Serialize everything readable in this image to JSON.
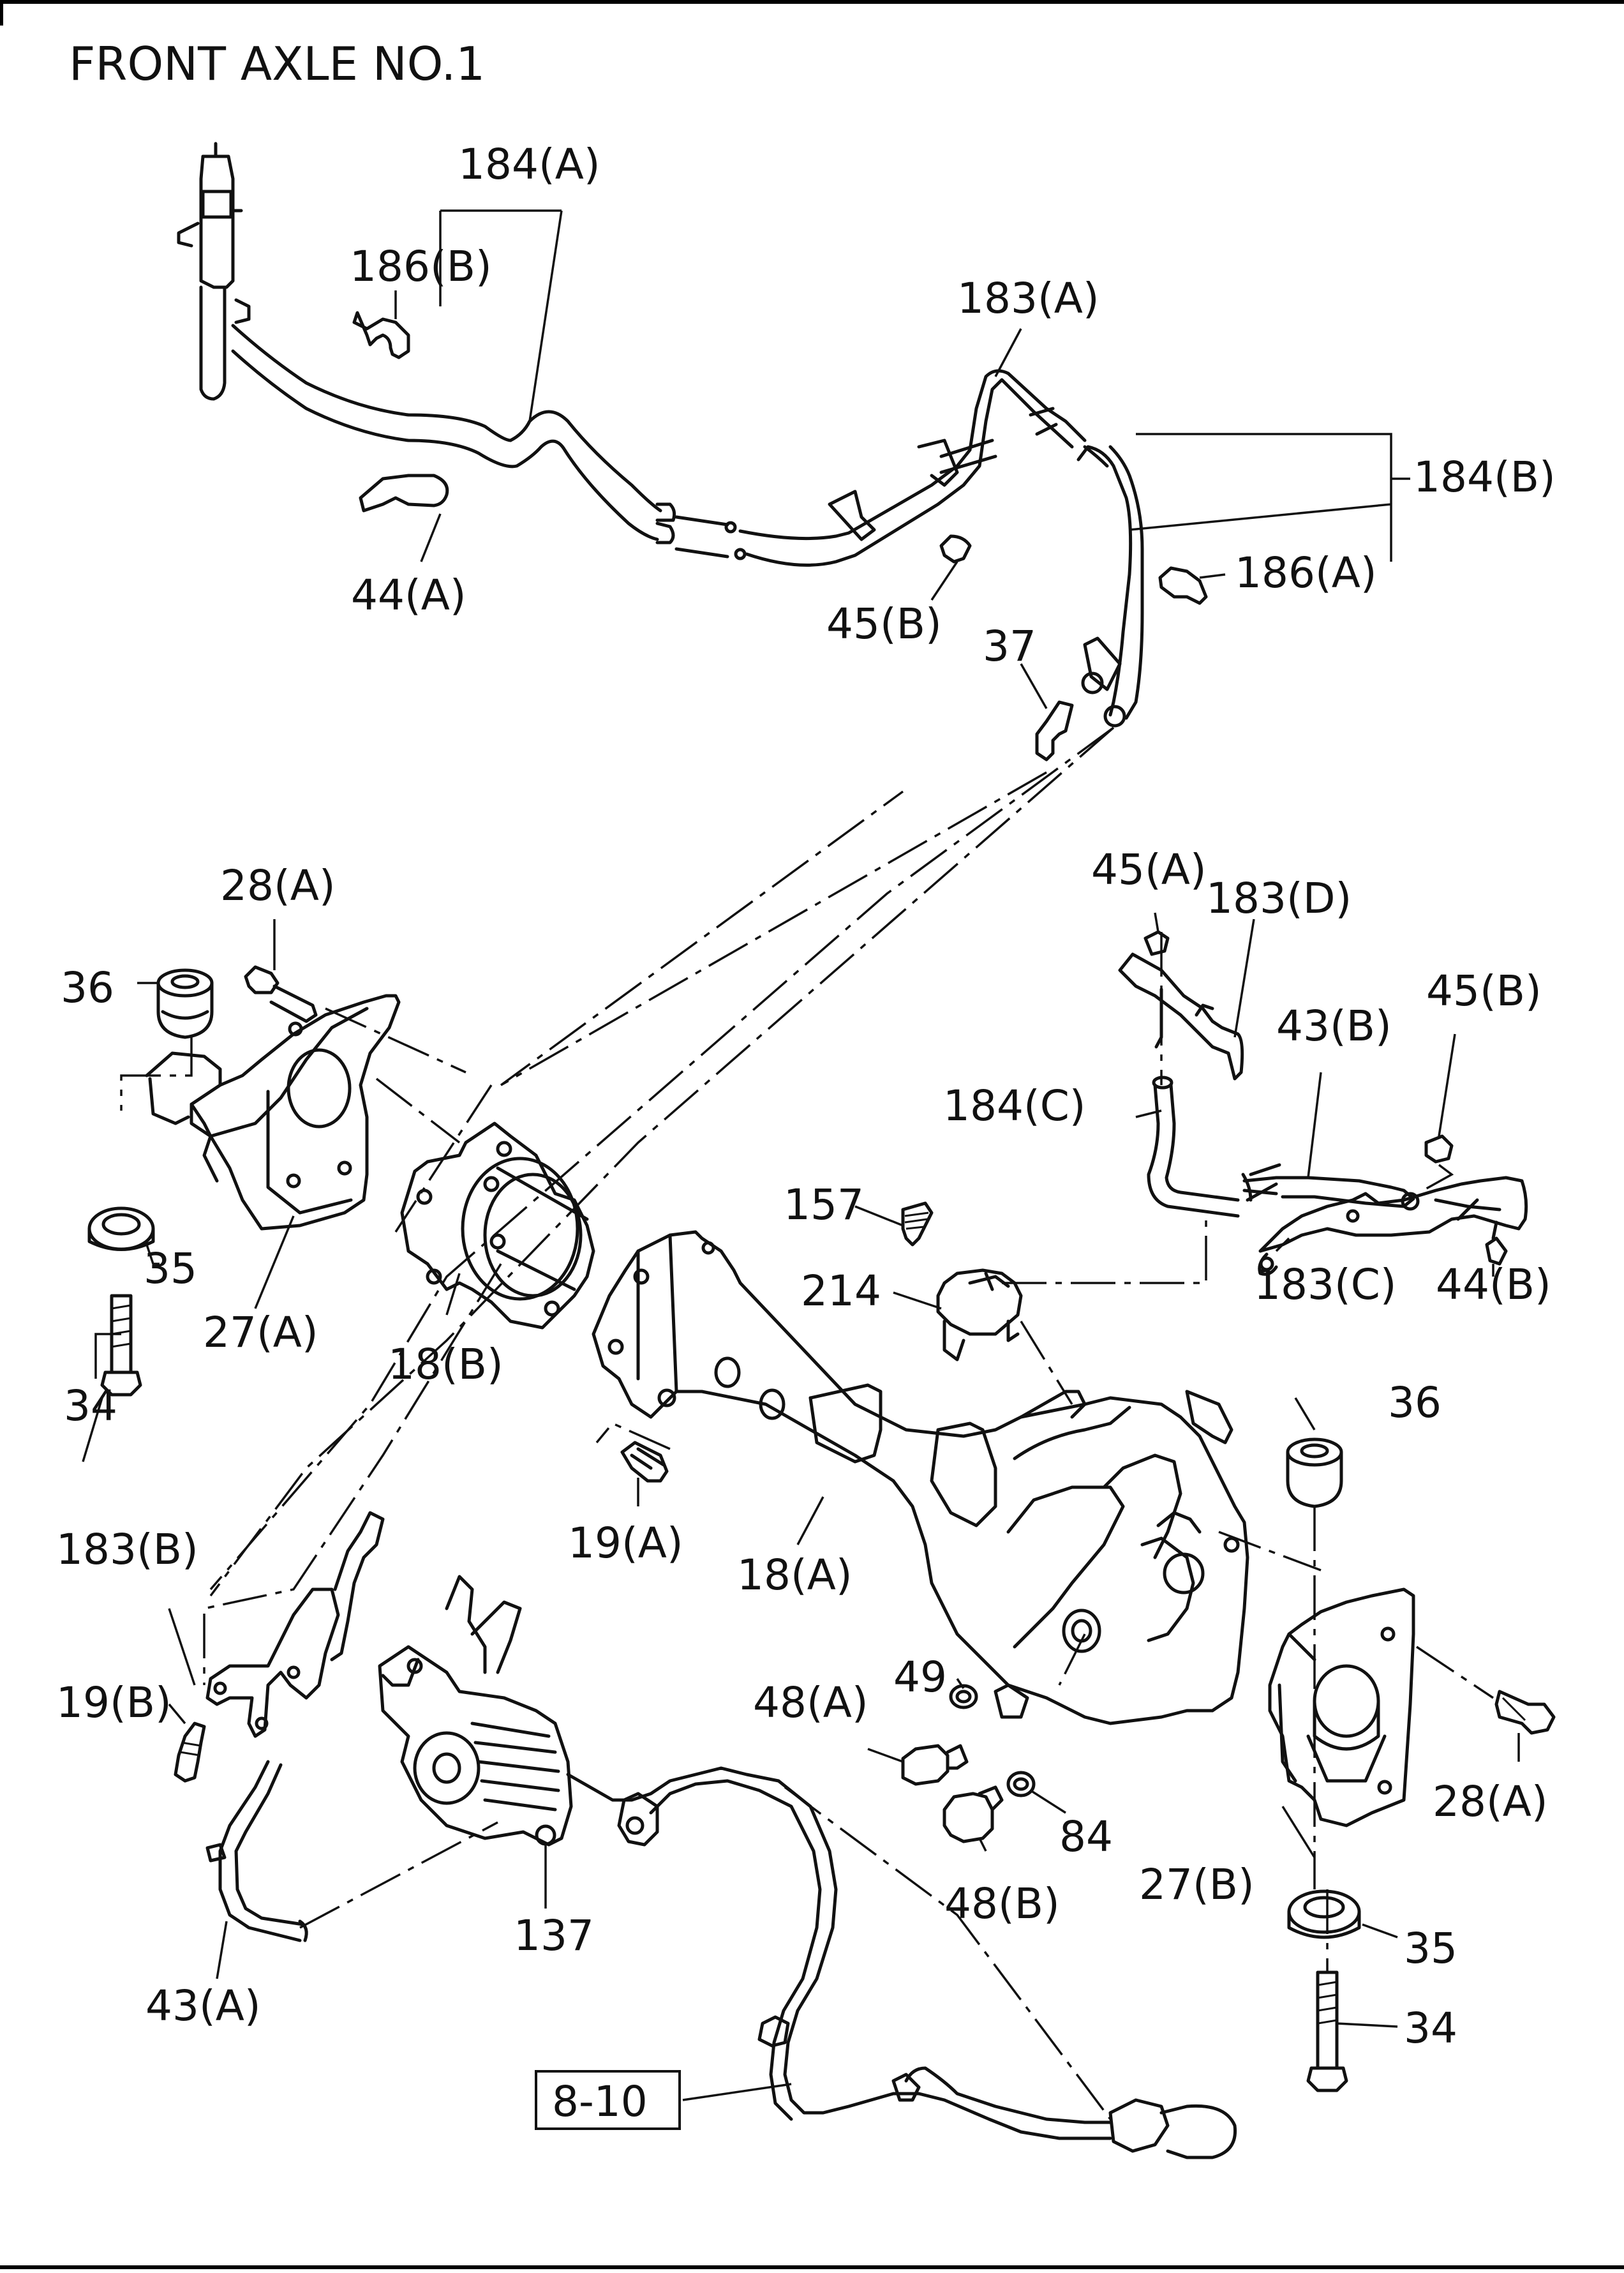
{
  "title": "FRONT AXLE NO.1",
  "reference_box": "8-10",
  "callouts": {
    "c184A": "184(A)",
    "c186B": "186(B)",
    "c183A": "183(A)",
    "c184B": "184(B)",
    "c186A": "186(A)",
    "c44A": "44(A)",
    "c45B_top": "45(B)",
    "c37": "37",
    "c28A_left": "28(A)",
    "c36_left": "36",
    "c35_left": "35",
    "c34_left": "34",
    "c27A": "27(A)",
    "c18B": "18(B)",
    "c45A": "45(A)",
    "c183D": "183(D)",
    "c43B": "43(B)",
    "c45B_right": "45(B)",
    "c184C": "184(C)",
    "c157": "157",
    "c214": "214",
    "c183C": "183(C)",
    "c44B": "44(B)",
    "c19A": "19(A)",
    "c18A": "18(A)",
    "c36_right": "36",
    "c183B": "183(B)",
    "c19B": "19(B)",
    "c48A": "48(A)",
    "c49": "49",
    "c84": "84",
    "c48B": "48(B)",
    "c28A_right": "28(A)",
    "c27B": "27(B)",
    "c137": "137",
    "c43A": "43(A)",
    "c35_right": "35",
    "c34_right": "34"
  }
}
